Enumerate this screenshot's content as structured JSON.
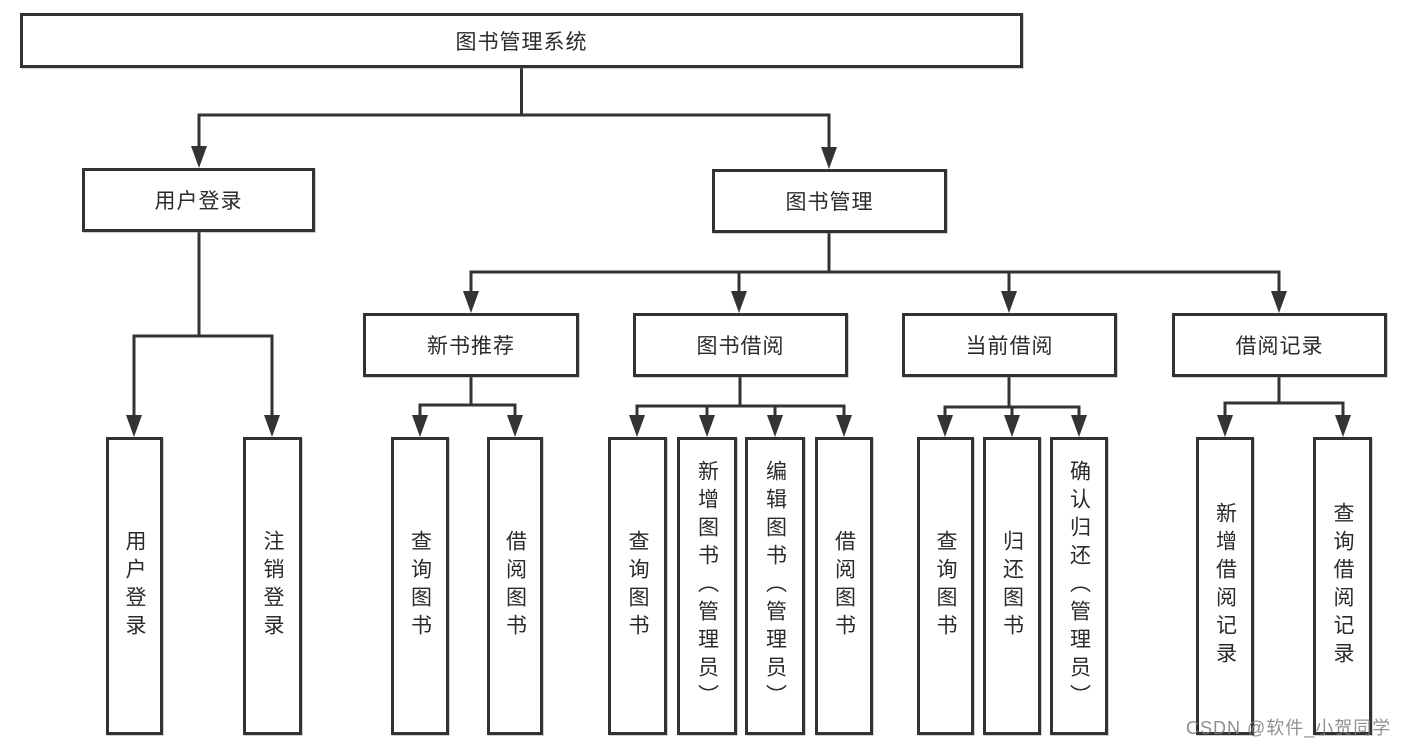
{
  "diagram": {
    "root": {
      "label": "图书管理系统"
    },
    "level2": [
      {
        "label": "用户登录"
      },
      {
        "label": "图书管理"
      }
    ],
    "level3": [
      {
        "label": "新书推荐"
      },
      {
        "label": "图书借阅"
      },
      {
        "label": "当前借阅"
      },
      {
        "label": "借阅记录"
      }
    ],
    "leaves": [
      {
        "label": "用户登录"
      },
      {
        "label": "注销登录"
      },
      {
        "label": "查询图书"
      },
      {
        "label": "借阅图书"
      },
      {
        "label": "查询图书"
      },
      {
        "label": "新增图书（管理员）"
      },
      {
        "label": "编辑图书（管理员）"
      },
      {
        "label": "借阅图书"
      },
      {
        "label": "查询图书"
      },
      {
        "label": "归还图书"
      },
      {
        "label": "确认归还（管理员）"
      },
      {
        "label": "新增借阅记录"
      },
      {
        "label": "查询借阅记录"
      }
    ]
  },
  "watermark": {
    "text": "CSDN @软件_小贺同学"
  },
  "colors": {
    "line": "#333333",
    "text": "#2b2b2b",
    "box_background": "#ffffff",
    "watermark": "#7d7d7d"
  }
}
